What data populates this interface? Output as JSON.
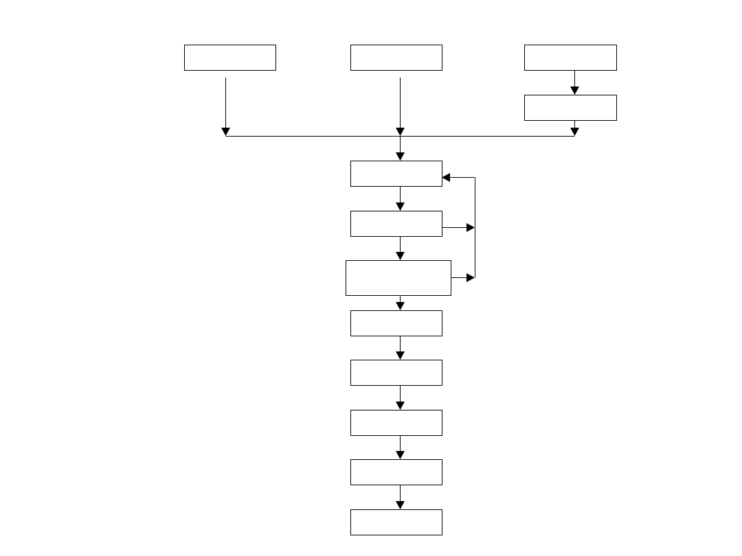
{
  "diagram": {
    "nodes": [
      {
        "id": "input-left",
        "label": ""
      },
      {
        "id": "input-middle",
        "label": ""
      },
      {
        "id": "input-right",
        "label": ""
      },
      {
        "id": "input-right-sub",
        "label": ""
      },
      {
        "id": "step-1",
        "label": ""
      },
      {
        "id": "step-2",
        "label": ""
      },
      {
        "id": "step-3",
        "label": ""
      },
      {
        "id": "step-4",
        "label": ""
      },
      {
        "id": "step-5",
        "label": ""
      },
      {
        "id": "step-6",
        "label": ""
      },
      {
        "id": "step-7",
        "label": ""
      },
      {
        "id": "step-8",
        "label": ""
      }
    ],
    "edges": [
      {
        "from": "input-right",
        "to": "input-right-sub"
      },
      {
        "from": "input-left",
        "to": "step-1"
      },
      {
        "from": "input-middle",
        "to": "step-1"
      },
      {
        "from": "input-right-sub",
        "to": "step-1"
      },
      {
        "from": "step-1",
        "to": "step-2"
      },
      {
        "from": "step-2",
        "to": "step-3"
      },
      {
        "from": "step-2",
        "to": "step-1",
        "kind": "feedback"
      },
      {
        "from": "step-3",
        "to": "step-1",
        "kind": "feedback"
      },
      {
        "from": "step-3",
        "to": "step-4"
      },
      {
        "from": "step-4",
        "to": "step-5"
      },
      {
        "from": "step-5",
        "to": "step-6"
      },
      {
        "from": "step-6",
        "to": "step-7"
      },
      {
        "from": "step-7",
        "to": "step-8"
      }
    ],
    "colors": {
      "stroke": "#000000",
      "fill": "#ffffff"
    }
  }
}
